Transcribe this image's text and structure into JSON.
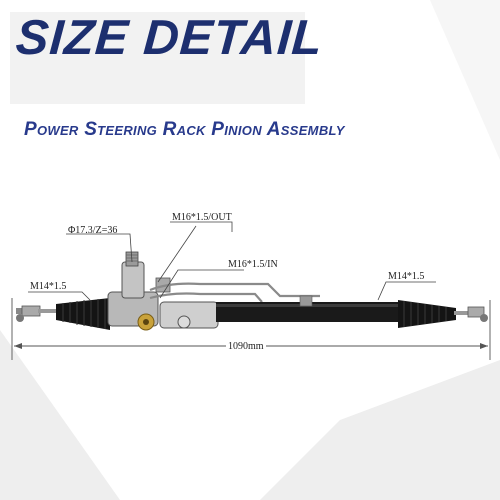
{
  "title": "SIZE DETAIL",
  "subtitle": "Power Steering Rack Pinion Assembly",
  "dimensions": {
    "pinion_spec": "Φ17.3/Z=36",
    "port_out": "M16*1.5/OUT",
    "port_in": "M16*1.5/IN",
    "left_thread": "M14*1.5",
    "right_thread": "M14*1.5",
    "overall_length": "1090mm"
  },
  "colors": {
    "title": "#1d2f6f",
    "subtitle": "#283a8c",
    "rack_tube": "#1a1a1a",
    "boot": "#111111",
    "fitting": "#c9a23a"
  }
}
